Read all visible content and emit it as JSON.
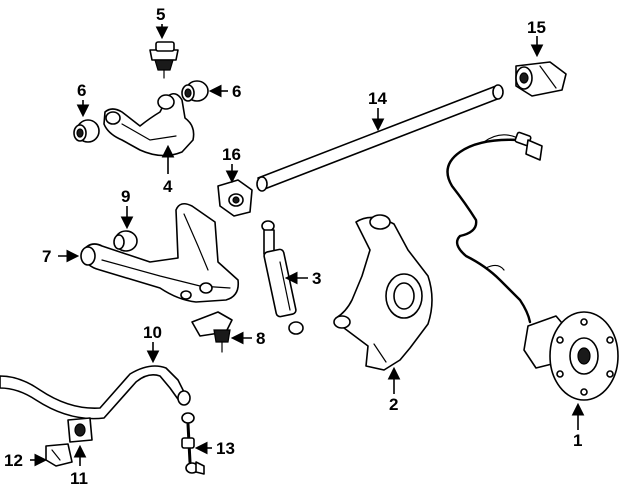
{
  "callouts": {
    "n1": "1",
    "n2": "2",
    "n3": "3",
    "n4": "4",
    "n5": "5",
    "n6a": "6",
    "n6b": "6",
    "n7": "7",
    "n8": "8",
    "n9": "9",
    "n10": "10",
    "n11": "11",
    "n12": "12",
    "n13": "13",
    "n14": "14",
    "n15": "15",
    "n16": "16"
  }
}
